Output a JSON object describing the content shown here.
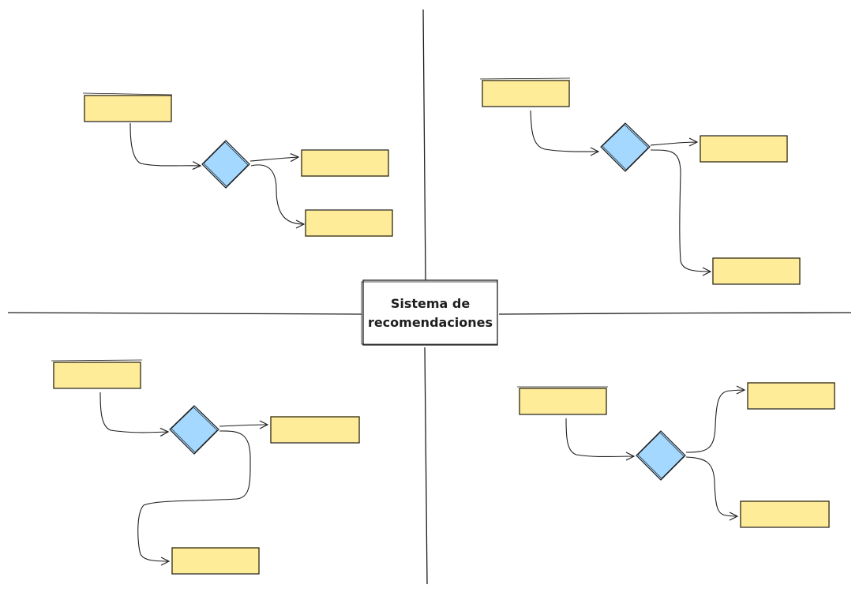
{
  "diagram": {
    "title_lines": [
      "Sistema de",
      "recomendaciones"
    ],
    "colors": {
      "stroke": "#1e1e1e",
      "box_fill": "#ffec99",
      "diamond_fill": "#a5d8ff",
      "background": "#ffffff"
    },
    "quadrants": [
      {
        "name": "top-left",
        "boxes": 3,
        "decisions": 1,
        "box_labels": [
          "",
          "",
          ""
        ]
      },
      {
        "name": "top-right",
        "boxes": 3,
        "decisions": 1,
        "box_labels": [
          "",
          "",
          ""
        ]
      },
      {
        "name": "bottom-left",
        "boxes": 3,
        "decisions": 1,
        "box_labels": [
          "",
          "",
          ""
        ]
      },
      {
        "name": "bottom-right",
        "boxes": 3,
        "decisions": 1,
        "box_labels": [
          "",
          "",
          ""
        ]
      }
    ]
  }
}
